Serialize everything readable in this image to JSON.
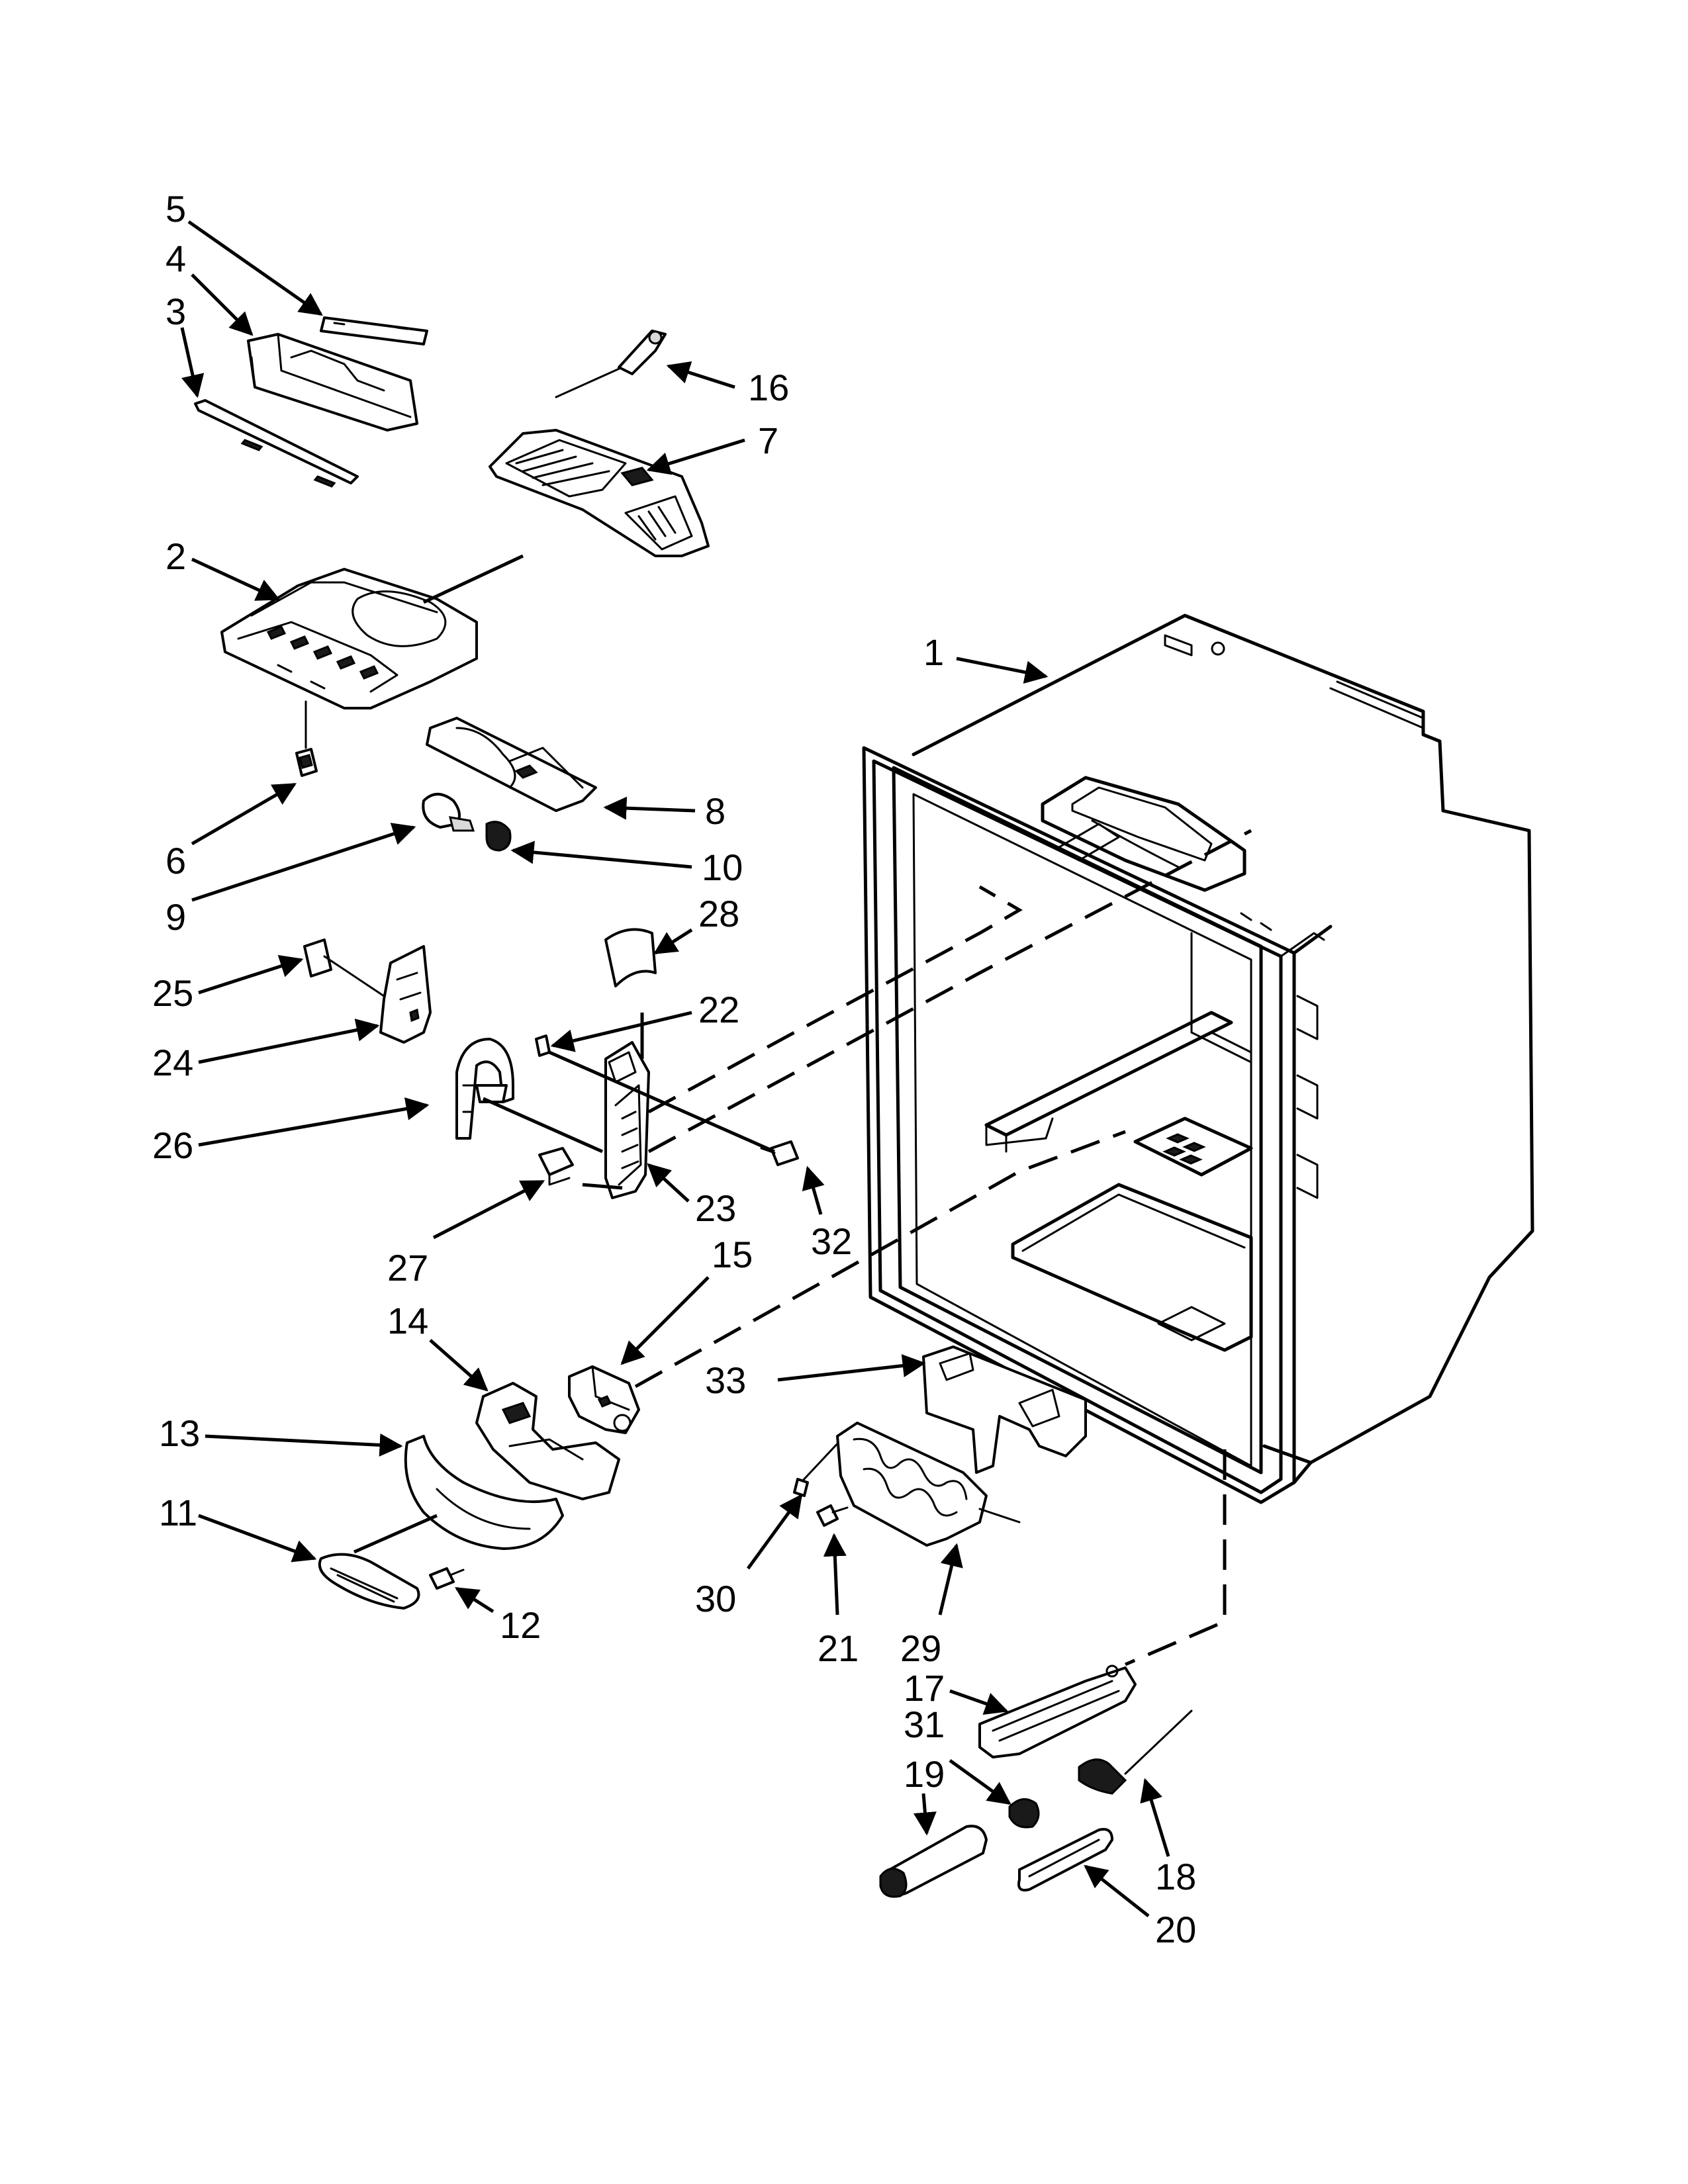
{
  "diagram": {
    "callouts": [
      {
        "id": "1",
        "label": "1"
      },
      {
        "id": "2",
        "label": "2"
      },
      {
        "id": "3",
        "label": "3"
      },
      {
        "id": "4",
        "label": "4"
      },
      {
        "id": "5",
        "label": "5"
      },
      {
        "id": "6",
        "label": "6"
      },
      {
        "id": "7",
        "label": "7"
      },
      {
        "id": "8",
        "label": "8"
      },
      {
        "id": "9",
        "label": "9"
      },
      {
        "id": "10",
        "label": "10"
      },
      {
        "id": "11",
        "label": "11"
      },
      {
        "id": "12",
        "label": "12"
      },
      {
        "id": "13",
        "label": "13"
      },
      {
        "id": "14",
        "label": "14"
      },
      {
        "id": "15",
        "label": "15"
      },
      {
        "id": "16",
        "label": "16"
      },
      {
        "id": "17",
        "label": "17"
      },
      {
        "id": "18",
        "label": "18"
      },
      {
        "id": "19",
        "label": "19"
      },
      {
        "id": "20",
        "label": "20"
      },
      {
        "id": "21",
        "label": "21"
      },
      {
        "id": "22",
        "label": "22"
      },
      {
        "id": "23",
        "label": "23"
      },
      {
        "id": "24",
        "label": "24"
      },
      {
        "id": "25",
        "label": "25"
      },
      {
        "id": "26",
        "label": "26"
      },
      {
        "id": "27",
        "label": "27"
      },
      {
        "id": "28",
        "label": "28"
      },
      {
        "id": "29",
        "label": "29"
      },
      {
        "id": "30",
        "label": "30"
      },
      {
        "id": "31",
        "label": "31"
      },
      {
        "id": "32",
        "label": "32"
      },
      {
        "id": "33",
        "label": "33"
      }
    ]
  }
}
